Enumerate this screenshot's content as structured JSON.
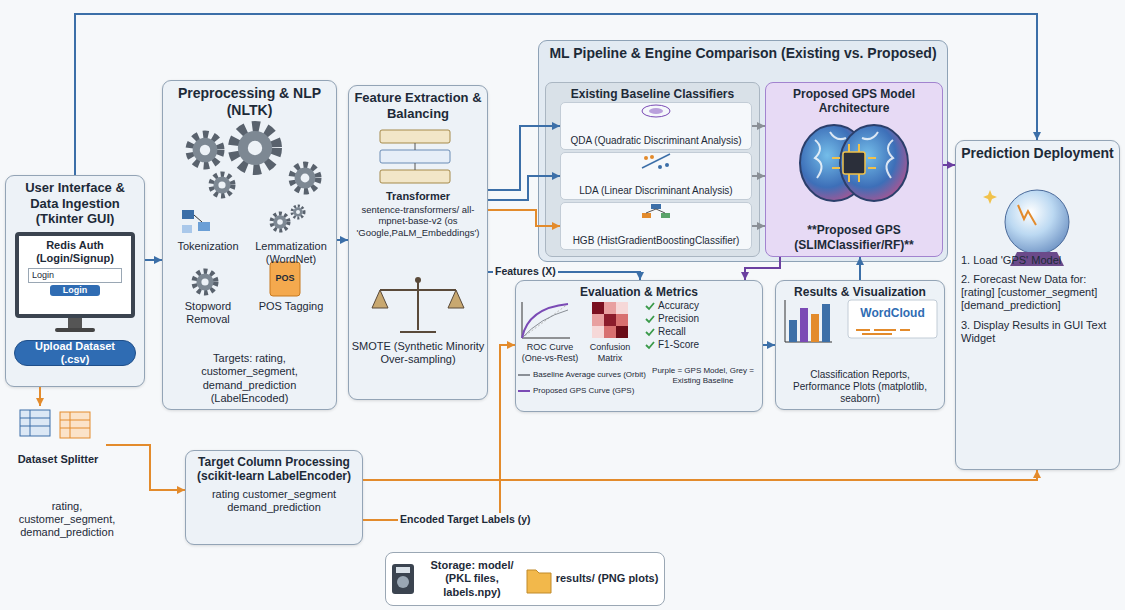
{
  "diagram": {
    "nodes": [
      {
        "text": [
          "User Interface & Data Ingestion (Tkinter GUI)"
        ]
      },
      {
        "text": [
          "Redis Auth (Login/Signup)"
        ],
        "in": 0
      },
      {
        "text": [
          "Upload Dataset (.csv)"
        ],
        "in": 0
      },
      {
        "text": [
          "Dataset Splitter"
        ]
      },
      {
        "text": [
          "Preprocessing & NLP (NLTK)",
          "Targets: rating, customer_segment, demand_prediction (LabelEncoded)"
        ]
      },
      {
        "text": [
          "Feature Extraction & Balancing"
        ]
      },
      {
        "text": [
          "ML Pipeline & Engine Comparison (Existing vs. Proposed)"
        ]
      },
      {
        "text": [
          "Existing Baseline Classifiers"
        ],
        "in": 6
      },
      {
        "text": [
          "QDA (Quadratic Discriminant Analysis)"
        ],
        "in": 7
      },
      {
        "text": [
          "LDA (Linear Discriminant Analysis)"
        ],
        "in": 7
      },
      {
        "text": [
          "HGB (HistGradientBoostingClassifier)"
        ],
        "in": 7
      },
      {
        "text": [
          "Proposed GPS Model Architecture",
          "**Proposed GPS (SLIMClassifier/RF)**"
        ],
        "in": 6
      },
      {
        "text": [
          "Prediction Deployment",
          "1. Load 'GPS' Model",
          "2. Forecast New Data for: [rating] [customer_segment] [demand_prediction]",
          "3. Display Results in GUI Text Widget"
        ]
      },
      {
        "text": [
          "Evaluation & Metrics"
        ]
      },
      {
        "text": [
          "Results & Visualization",
          "Classification Reports, Performance Plots (matplotlib, seaborn)"
        ]
      },
      {
        "text": [
          "Target Column Processing (scikit-learn LabelEncoder)",
          "rating customer_segment demand_prediction"
        ]
      },
      {
        "text": [
          "Storage: model/ (PKL files, labels.npy)",
          "results/ (PNG plots)"
        ]
      }
    ],
    "edges": [
      {
        "from": 0,
        "to": 4,
        "arrow": "to"
      },
      {
        "from": 4,
        "to": 5,
        "arrow": "to"
      },
      {
        "from": 5,
        "to": 8,
        "arrow": "to"
      },
      {
        "from": 5,
        "to": 9,
        "arrow": "to"
      },
      {
        "from": 5,
        "to": 10,
        "arrow": "to"
      },
      {
        "from": 8,
        "to": 11,
        "arrow": "to"
      },
      {
        "from": 9,
        "to": 11,
        "arrow": "to"
      },
      {
        "from": 10,
        "to": 11,
        "arrow": "to"
      },
      {
        "from": 0,
        "to": 12,
        "arrow": "to"
      },
      {
        "from": 0,
        "to": 3,
        "arrow": "to"
      },
      {
        "from": 3,
        "to": 15,
        "arrow": "to"
      },
      {
        "from": 15,
        "to": 12,
        "arrow": "to"
      },
      {
        "from": 15,
        "to": 13,
        "label": "Encoded Target Labels (y)",
        "arrow": "to"
      },
      {
        "from": 5,
        "to": 13,
        "label": "Features (X)",
        "arrow": "to"
      },
      {
        "from": 11,
        "to": 13,
        "arrow": "to"
      },
      {
        "from": 13,
        "to": 14,
        "arrow": "to"
      },
      {
        "from": 14,
        "to": 11,
        "arrow": "to"
      },
      {
        "from": 11,
        "to": 12,
        "arrow": "to"
      }
    ],
    "labels": [
      "Login",
      "Login",
      "Tokenization",
      "Lemmatization (WordNet)",
      "Stopword Removal",
      "POS",
      "POS Tagging",
      "Transformer",
      "sentence-transformers/ all-mpnet-base-v2 (os 'Google,PaLM_Embeddings')",
      "SMOTE (Synthetic Minority Over-sampling)",
      "ROC Curve (One-vs-Rest)",
      "Confusion Matrix",
      "Accuracy",
      "Precision",
      "Recall",
      "F1-Score",
      "Purple = GPS Model, Grey = Existing Baseline",
      "WordCloud",
      "rating, customer_segment, demand_prediction"
    ],
    "legend": [
      {
        "text": "Baseline Average curves (Orbit)"
      },
      {
        "text": "Proposed GPS Curve (GPS)"
      }
    ]
  }
}
